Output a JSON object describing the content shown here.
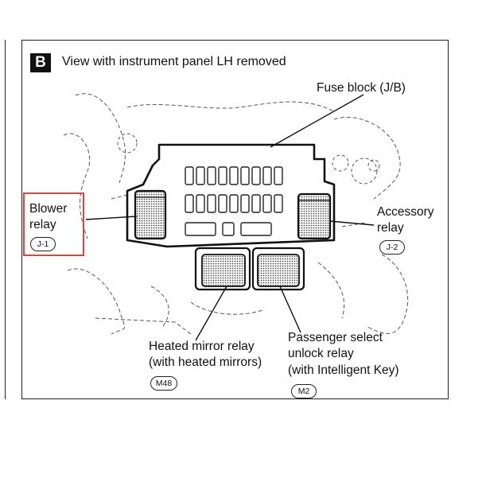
{
  "view": {
    "badge": "B",
    "title": "View with instrument panel LH removed"
  },
  "labels": {
    "fuse_block": "Fuse block (J/B)",
    "blower_relay_line1": "Blower",
    "blower_relay_line2": "relay",
    "blower_relay_code": "J-1",
    "accessory_relay_line1": "Accessory",
    "accessory_relay_line2": "relay",
    "accessory_relay_code": "J-2",
    "heated_mirror_line1": "Heated mirror relay",
    "heated_mirror_line2": "(with heated mirrors)",
    "heated_mirror_code": "M48",
    "passenger_line1": "Passenger select",
    "passenger_line2": "unlock relay",
    "passenger_line3": "(with Intelligent Key)",
    "passenger_code": "M2"
  },
  "highlight_color": "#e0423b"
}
